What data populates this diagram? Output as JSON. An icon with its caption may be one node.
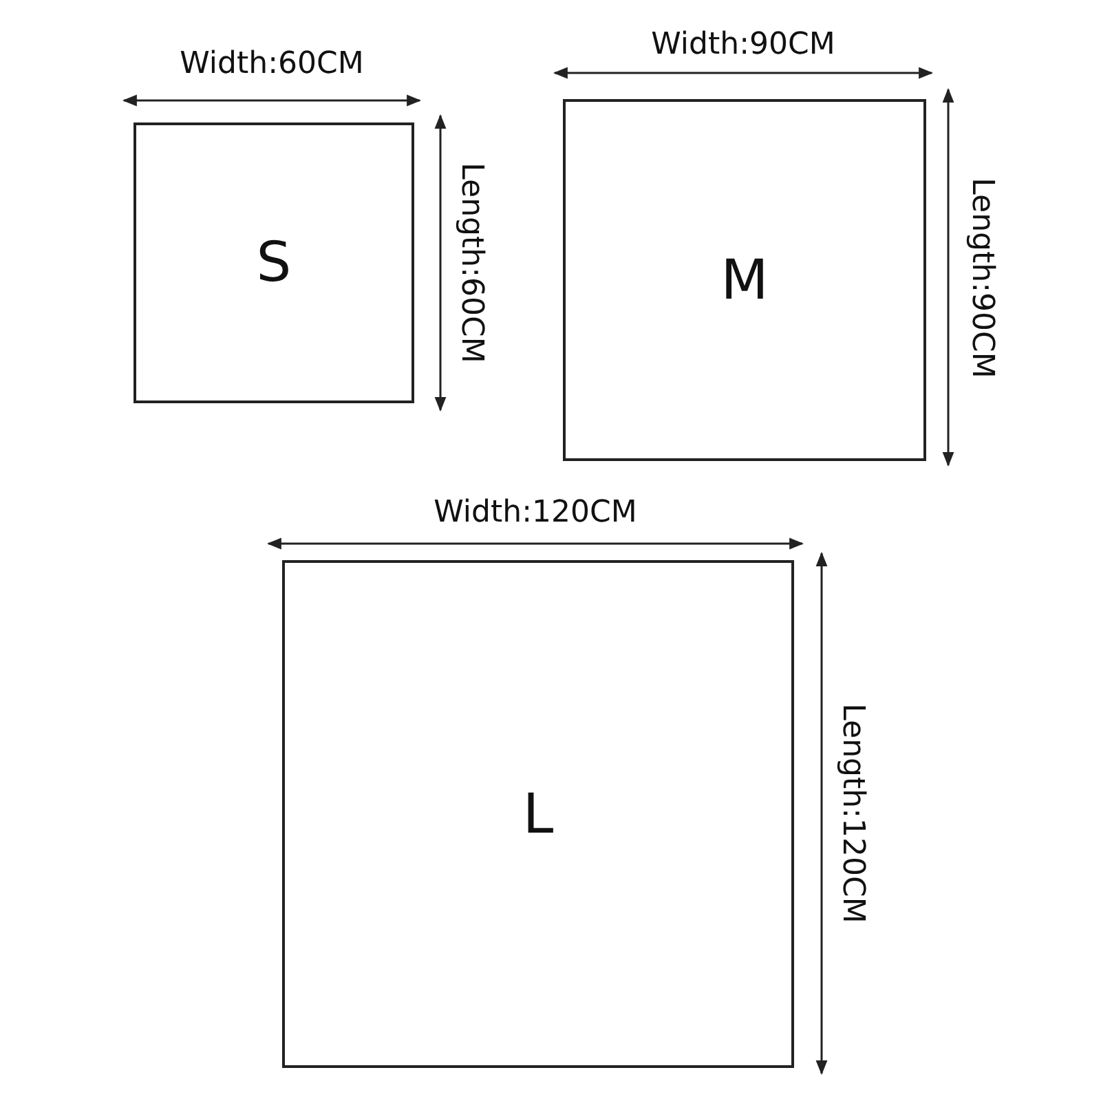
{
  "diagram": {
    "nodes": [
      {
        "text": [
          "S"
        ],
        "beside": [
          "Width:60CM",
          "Length:60CM"
        ]
      },
      {
        "text": [
          "M"
        ],
        "beside": [
          "Width:90CM",
          "Length:90CM"
        ]
      },
      {
        "text": [
          "L"
        ],
        "beside": [
          "Width:120CM",
          "Length:120CM"
        ]
      }
    ]
  }
}
